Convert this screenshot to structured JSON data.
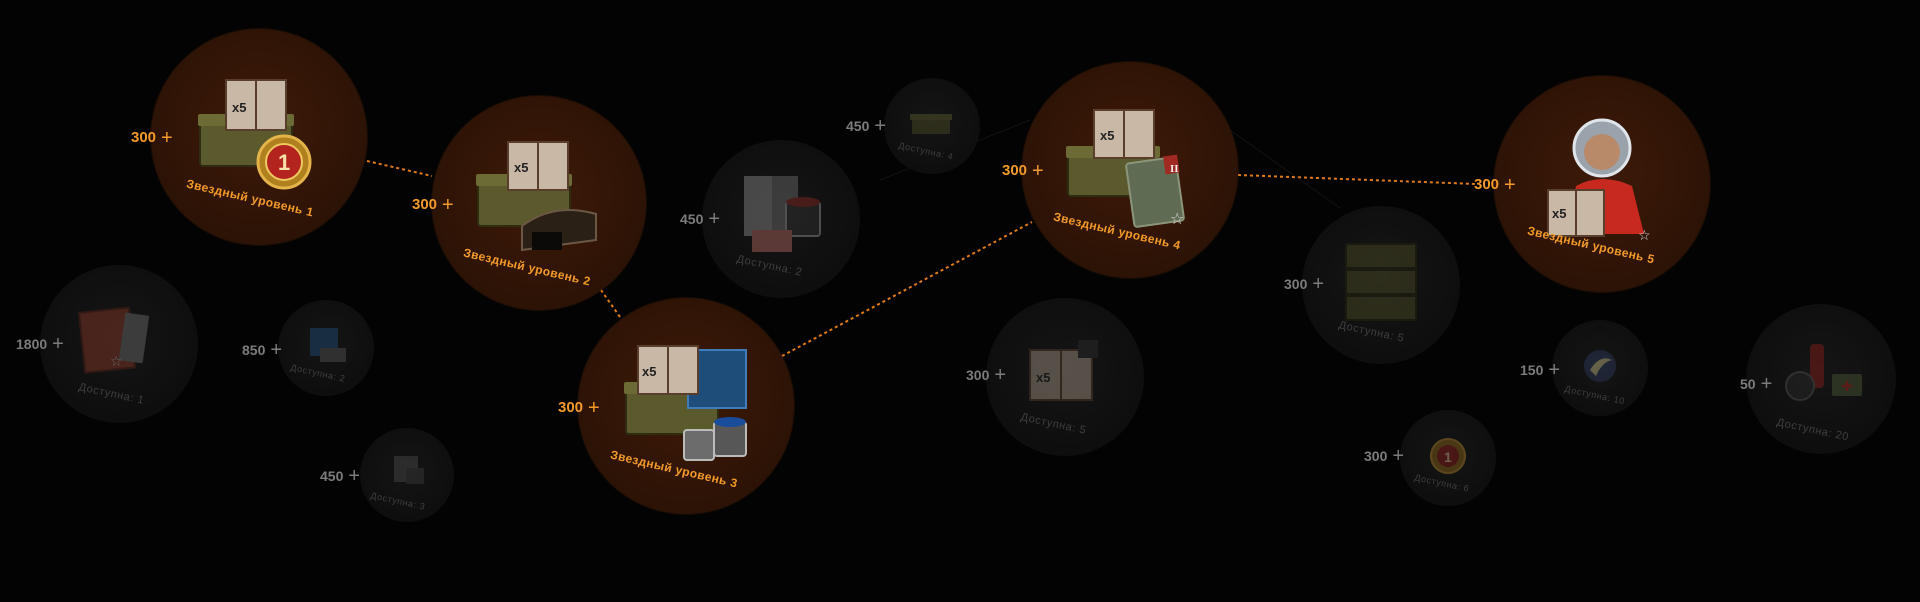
{
  "nodes": [
    {
      "id": "level-1",
      "cost": "300",
      "label": "Звездный уровень 1"
    },
    {
      "id": "level-2",
      "cost": "300",
      "label": "Звездный уровень 2"
    },
    {
      "id": "level-3",
      "cost": "300",
      "label": "Звездный уровень 3"
    },
    {
      "id": "level-4",
      "cost": "300",
      "label": "Звездный уровень 4"
    },
    {
      "id": "level-5",
      "cost": "300",
      "label": "Звездный уровень 5"
    },
    {
      "id": "minor-1",
      "cost": "1800",
      "label": "Доступна: 1"
    },
    {
      "id": "minor-2",
      "cost": "850",
      "label": "Доступна: 2"
    },
    {
      "id": "minor-3",
      "cost": "450",
      "label": "Доступна: 3"
    },
    {
      "id": "minor-4",
      "cost": "450",
      "label": "Доступна: 2"
    },
    {
      "id": "minor-5",
      "cost": "450",
      "label": "Доступна: 4"
    },
    {
      "id": "minor-6",
      "cost": "300",
      "label": "Доступна: 5"
    },
    {
      "id": "minor-7",
      "cost": "300",
      "label": "Доступна: 5"
    },
    {
      "id": "minor-8",
      "cost": "300",
      "label": "Доступна: 6"
    },
    {
      "id": "minor-9",
      "cost": "150",
      "label": "Доступна: 10"
    },
    {
      "id": "minor-10",
      "cost": "50",
      "label": "Доступна: 20"
    }
  ],
  "badges": {
    "x5": "x5",
    "rank_one": "1",
    "rank_two": "II"
  },
  "colors": {
    "accent": "#f39a2a",
    "main_disc": "#2f1406",
    "minor_disc": "#0e0e0e",
    "muted_text": "#7c7c7c",
    "label_dim": "#3f3f3f",
    "background": "#030303"
  }
}
